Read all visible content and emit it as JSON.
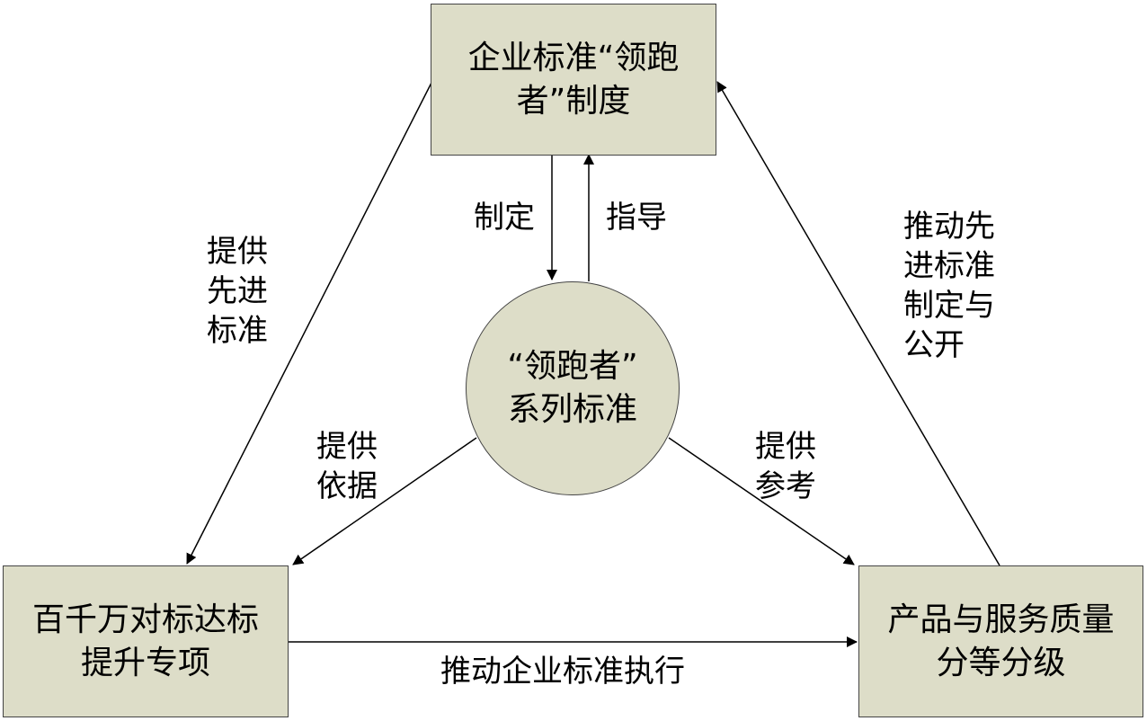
{
  "colors": {
    "node_fill": "#ddddc8",
    "border": "#444444",
    "arrow": "#000000"
  },
  "nodes": {
    "top": {
      "line1": "企业标准“领跑",
      "line2": "者”制度"
    },
    "center": {
      "line1": "“领跑者”",
      "line2": "系列标准"
    },
    "left": {
      "line1": "百千万对标达标",
      "line2": "提升专项"
    },
    "right": {
      "line1": "产品与服务质量",
      "line2": "分等分级"
    }
  },
  "edges": {
    "zhiding": "制定",
    "zhidao": "指导",
    "tigong_xianjin": "提供\n先进\n标准",
    "tuidong_xianjin": "推动先\n进标准\n制定与\n公开",
    "tigong_yiju": "提供\n依据",
    "tigong_cankao": "提供\n参考",
    "tuidong_zhixing": "推动企业标准执行"
  }
}
